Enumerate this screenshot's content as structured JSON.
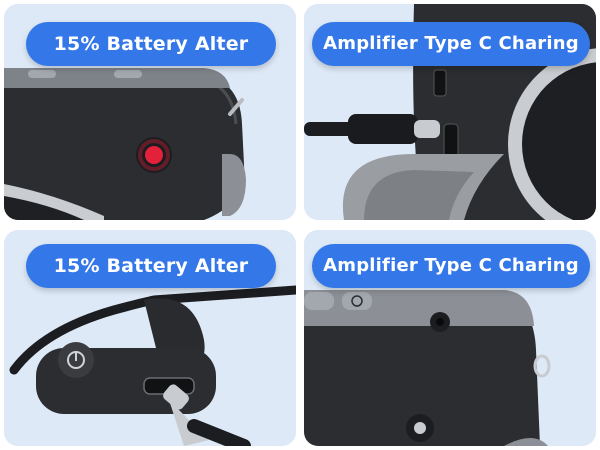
{
  "panels": [
    {
      "caption": "15% Battery Alter"
    },
    {
      "caption": "Amplifier Type C Charing"
    },
    {
      "caption": "15% Battery Alter"
    },
    {
      "caption": "Amplifier Type C Charing"
    }
  ],
  "colors": {
    "pill": "#3477e8",
    "panel_bg": "#dde9f7",
    "device_body": "#2b2d30",
    "accent_gray": "#8c9096",
    "led_red": "#e3213a"
  }
}
